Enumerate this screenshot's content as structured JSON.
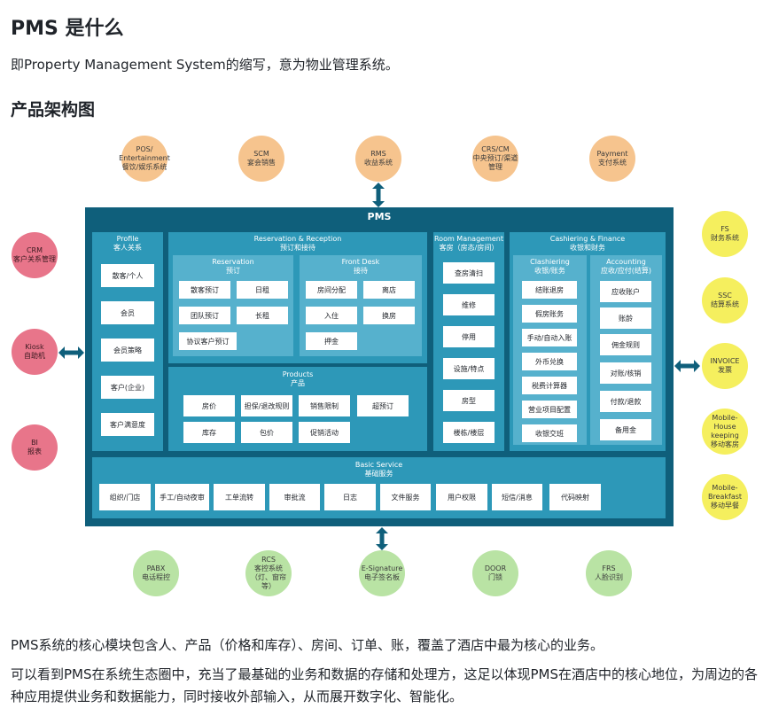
{
  "title": "PMS 是什么",
  "intro": "即Property Management System的缩写，意为物业管理系统。",
  "section_title": "产品架构图",
  "diagram": {
    "center_title": "PMS",
    "top_systems": [
      "POS/\nEntertainment\n餐饮/娱乐系统",
      "SCM\n宴会销售",
      "RMS\n收益系统",
      "CRS/CM\n中央预订/渠道\n管理",
      "Payment\n支付系统"
    ],
    "left_systems": [
      "CRM\n客户关系管理",
      "Kiosk\n自助机",
      "BI\n报表"
    ],
    "right_systems": [
      "FS\n财务系统",
      "SSC\n结算系统",
      "INVOICE\n发票",
      "Mobile-\nHouse keeping\n移动客房",
      "Mobile-\nBreakfast\n移动早餐"
    ],
    "bottom_systems": [
      "PABX\n电话程控",
      "RCS\n客控系统\n（灯、窗帘\n等）",
      "E-Signature\n电子签名板",
      "DOOR\n门锁",
      "FRS\n人脸识别"
    ],
    "profile": {
      "title": "Profile\n客人关系",
      "items": [
        "散客/个人",
        "会员",
        "会员策略",
        "客户(企业)",
        "客户满意度"
      ]
    },
    "reservation_reception": {
      "title": "Reservation & Reception\n预订和接待",
      "reservation": {
        "title": "Reservation\n预订",
        "items": [
          "散客预订",
          "日租",
          "团队预订",
          "长租",
          "协议客户预订"
        ]
      },
      "front_desk": {
        "title": "Front Desk\n接待",
        "items": [
          "房间分配",
          "离店",
          "入住",
          "换房",
          "押金"
        ]
      }
    },
    "products": {
      "title": "Products\n产品",
      "items": [
        "房价",
        "担保/退改规则",
        "销售限制",
        "超预订",
        "库存",
        "包价",
        "促销活动"
      ]
    },
    "room_management": {
      "title": "Room Management\n客房（房态/房间）",
      "items": [
        "查房清扫",
        "维修",
        "停用",
        "设施/特点",
        "房型",
        "楼栋/楼层"
      ]
    },
    "cashiering_finance": {
      "title": "Cashiering & Finance\n收银和财务",
      "cashiering": {
        "title": "Clashiering\n收银/账务",
        "items": [
          "结账退房",
          "假房账务",
          "手动/自动入账",
          "外币兑换",
          "税费计算器",
          "营业项目配置",
          "收银交班"
        ]
      },
      "accounting": {
        "title": "Accounting\n应收/应付(结算)",
        "items": [
          "应收账户",
          "账龄",
          "佣金规则",
          "对账/核销",
          "付款/退款",
          "备用金"
        ]
      }
    },
    "basic_service": {
      "title": "Basic Service\n基础服务",
      "items": [
        "组织/门店",
        "手工/自动夜审",
        "工单流转",
        "审批流",
        "日志",
        "文件服务",
        "用户权限",
        "短信/消息",
        "代码映射"
      ]
    }
  },
  "paragraph1": "PMS系统的核心模块包含人、产品（价格和库存）、房间、订单、账，覆盖了酒店中最为核心的业务。",
  "paragraph2": "可以看到PMS在系统生态圈中，充当了最基础的业务和数据的存储和处理方，这足以体现PMS在酒店中的核心地位，为周边的各种应用提供业务和数据能力，同时接收外部输入，从而展开数字化、智能化。"
}
